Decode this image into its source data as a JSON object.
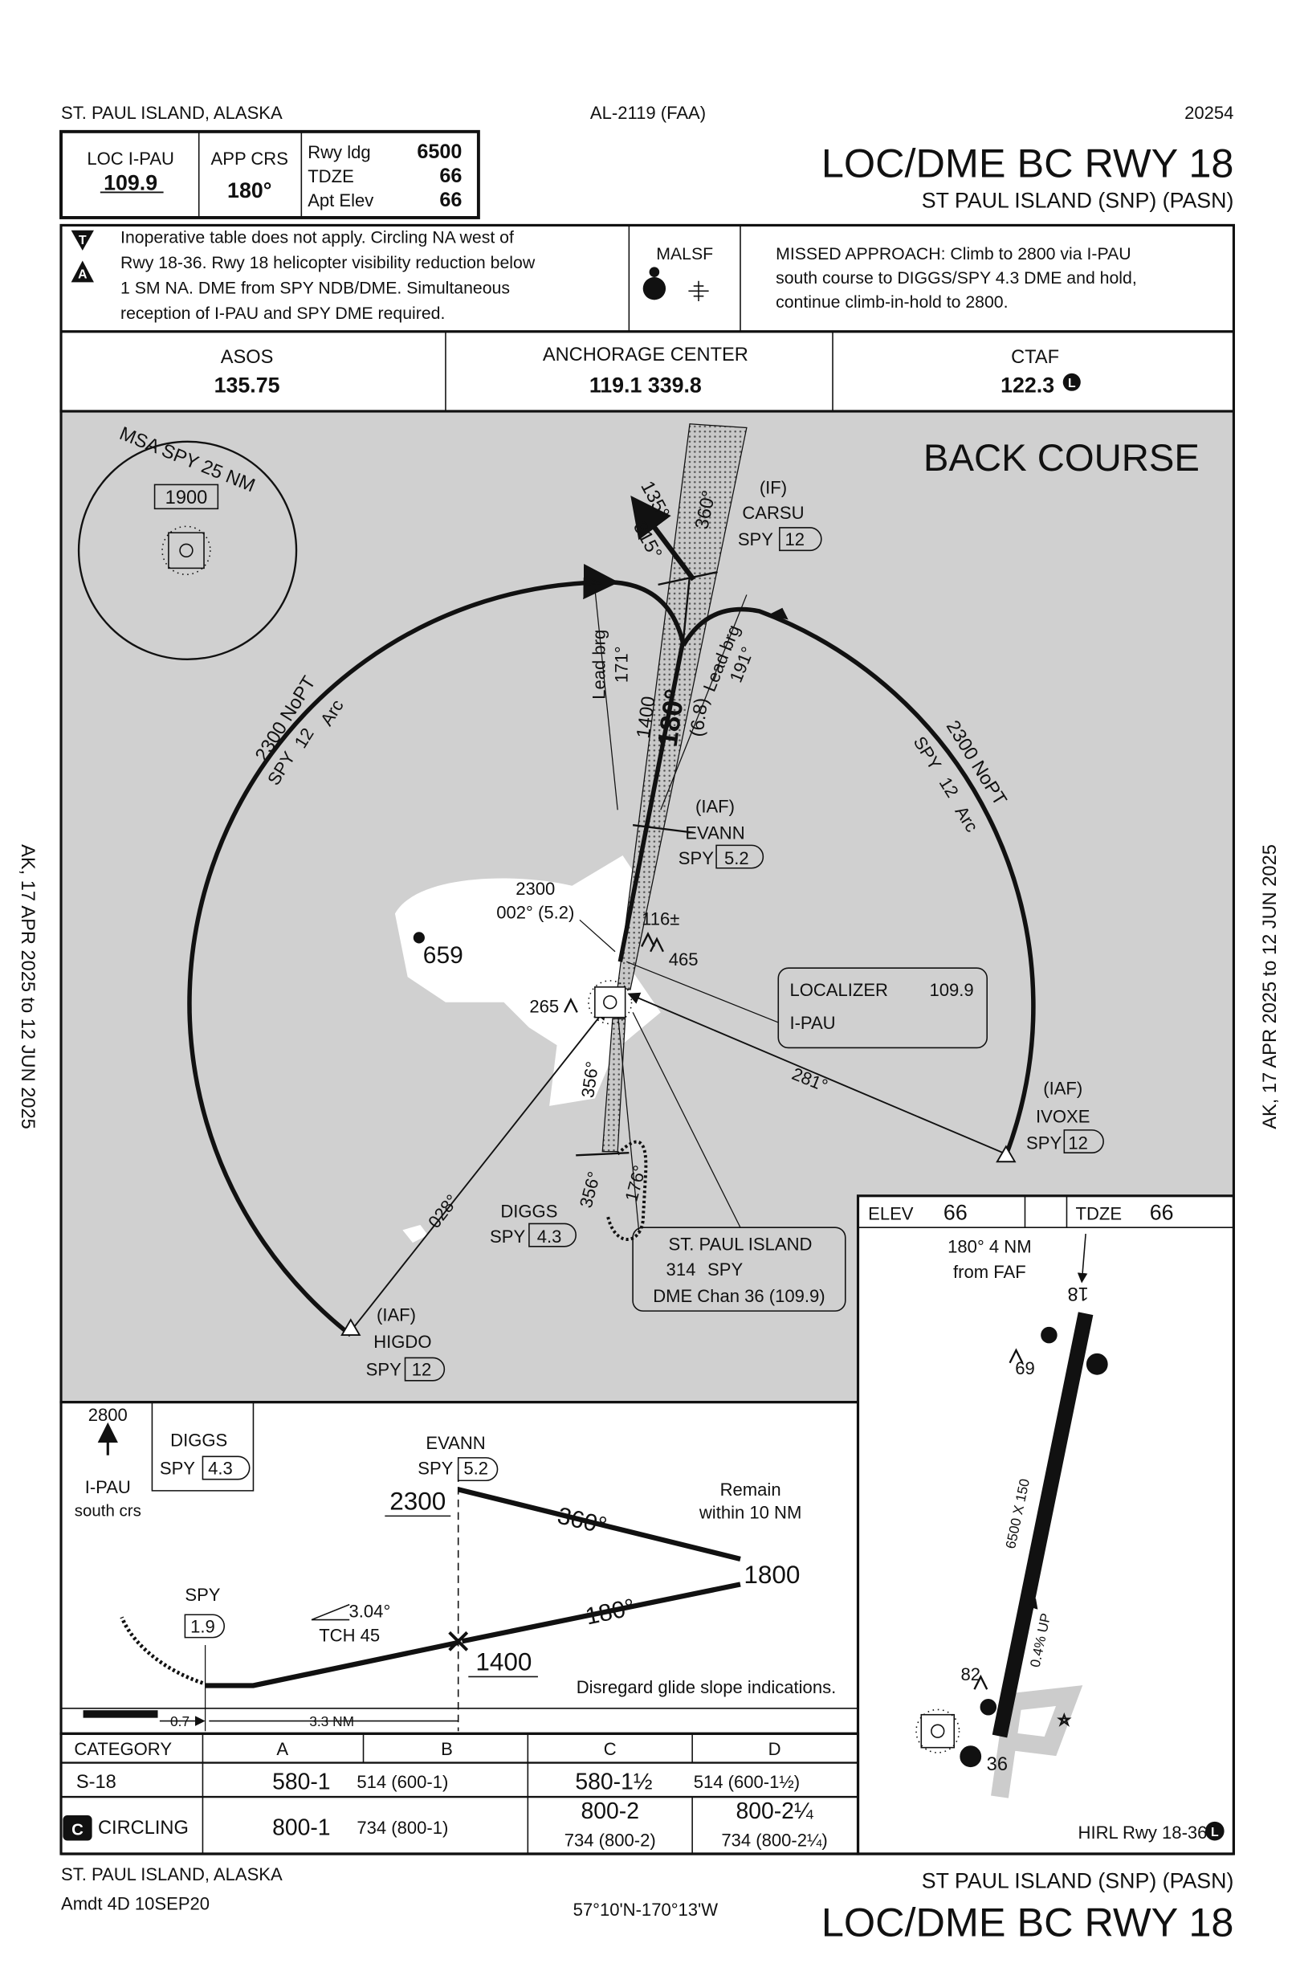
{
  "header": {
    "location": "ST. PAUL ISLAND, ALASKA",
    "chart_id": "AL-2119 (FAA)",
    "cycle": "20254"
  },
  "title": {
    "procedure": "LOC/DME BC RWY 18",
    "airport": "ST PAUL ISLAND (SNP) (PASN)"
  },
  "briefing": {
    "loc_label": "LOC  I-PAU",
    "loc_freq": "109.9",
    "app_crs_label": "APP CRS",
    "app_crs": "180°",
    "rwy_ldg_label": "Rwy ldg",
    "rwy_ldg": "6500",
    "tdze_label": "TDZE",
    "tdze": "66",
    "apt_elev_label": "Apt Elev",
    "apt_elev": "66"
  },
  "notes": {
    "symbol_t": "T",
    "symbol_a": "A",
    "lines": [
      "Inoperative table does not apply.  Circling NA west of",
      "Rwy 18-36.  Rwy 18 helicopter visibility reduction below",
      "1 SM NA. DME from SPY NDB/DME. Simultaneous",
      "reception of I-PAU and SPY DME required."
    ],
    "lighting": "MALSF",
    "missed": [
      "MISSED APPROACH: Climb to 2800 via I-PAU",
      "south course to DIGGS/SPY 4.3 DME and hold,",
      "continue climb-in-hold to 2800."
    ]
  },
  "comms": {
    "asos_label": "ASOS",
    "asos_freq": "135.75",
    "center_label": "ANCHORAGE CENTER",
    "center_freq": "119.1  339.8",
    "ctaf_label": "CTAF",
    "ctaf_freq": "122.3",
    "ctaf_badge": "L"
  },
  "plan": {
    "back_course": "BACK COURSE",
    "msa_label": "MSA SPY 25 NM",
    "msa_alt": "1900",
    "carsu": {
      "role": "(IF)",
      "name": "CARSU",
      "nav": "SPY",
      "dme": "12"
    },
    "evann": {
      "role": "(IAF)",
      "name": "EVANN",
      "nav": "SPY",
      "dme": "5.2"
    },
    "ivoxe": {
      "role": "(IAF)",
      "name": "IVOXE",
      "nav": "SPY",
      "dme": "12"
    },
    "higdo": {
      "role": "(IAF)",
      "name": "HIGDO",
      "nav": "SPY",
      "dme": "12"
    },
    "diggs": {
      "name": "DIGGS",
      "nav": "SPY",
      "dme": "4.3"
    },
    "crs_135": "135°",
    "crs_315": "315°",
    "crs_360": "360°",
    "lead_brg_label": "Lead brg",
    "lead_171": "171°",
    "lead_191": "191°",
    "final_alt": "1400",
    "final_crs": "180°",
    "final_dist": "(6.8)",
    "arc_alt": "2300 NoPT",
    "arc_nav": "SPY",
    "arc_dme": "12",
    "arc_word": "Arc",
    "evann_alt": "2300",
    "evann_crs": "002° (5.2)",
    "obst_116": "116±",
    "obst_465": "465",
    "obst_659": "659",
    "obst_265": "265",
    "crs_281": "281°",
    "crs_356a": "356°",
    "crs_356b": "356°",
    "crs_176": "176°",
    "crs_028": "028°",
    "localizer": {
      "label": "LOCALIZER",
      "freq": "109.9",
      "ident": "I-PAU"
    },
    "ndb": {
      "name": "ST. PAUL ISLAND",
      "freq": "314",
      "ident": "SPY",
      "dme": "DME Chan 36 (109.9)"
    }
  },
  "profile": {
    "missed_alt": "2800",
    "missed_nav": "I-PAU",
    "missed_crs": "south crs",
    "diggs_name": "DIGGS",
    "diggs_nav": "SPY",
    "diggs_dme": "4.3",
    "evann_name": "EVANN",
    "evann_nav": "SPY",
    "evann_dme": "5.2",
    "evann_alt": "2300",
    "out_crs": "360°",
    "in_crs": "180°",
    "remain_1": "Remain",
    "remain_2": "within 10 NM",
    "turn_alt": "1800",
    "fap_alt": "1400",
    "spy_label": "SPY",
    "spy_dme": "1.9",
    "gs_angle": "3.04°",
    "tch": "TCH 45",
    "note": "Disregard glide slope indications.",
    "dist_1": "0.7",
    "dist_2": "3.3 NM"
  },
  "airport": {
    "elev_label": "ELEV",
    "elev": "66",
    "tdze_label": "TDZE",
    "tdze": "66",
    "faf_1": "180° 4 NM",
    "faf_2": "from FAF",
    "rwy_18": "18",
    "rwy_36": "36",
    "obst_69": "69",
    "obst_82": "82",
    "rwy_dims": "6500 X 150",
    "gradient": "0.4% UP",
    "lighting": "HIRL Rwy 18-36",
    "lighting_badge": "L"
  },
  "minimums": {
    "headers": [
      "CATEGORY",
      "A",
      "B",
      "C",
      "D"
    ],
    "s18": {
      "label": "S-18",
      "ab": "580-1",
      "ab_haa": "514 (600-1)",
      "cd": "580-1½",
      "cd_haa": "514 (600-1½)"
    },
    "circling": {
      "badge": "C",
      "label": "CIRCLING",
      "ab": "800-1",
      "ab_haa": "734 (800-1)",
      "c": "800-2",
      "c_haa": "734 (800-2)",
      "d": "800-2¼",
      "d_haa": "734 (800-2¼)"
    }
  },
  "footer": {
    "location": "ST. PAUL ISLAND, ALASKA",
    "amendment": "Amdt 4D  10SEP20",
    "coords": "57°10'N-170°13'W",
    "airport": "ST PAUL ISLAND (SNP) (PASN)",
    "procedure": "LOC/DME BC RWY 18"
  },
  "side": {
    "validity_left": "AK,  17 APR 2025  to  12 JUN 2025",
    "validity_right": "AK,  17 APR 2025  to  12 JUN 2025"
  }
}
